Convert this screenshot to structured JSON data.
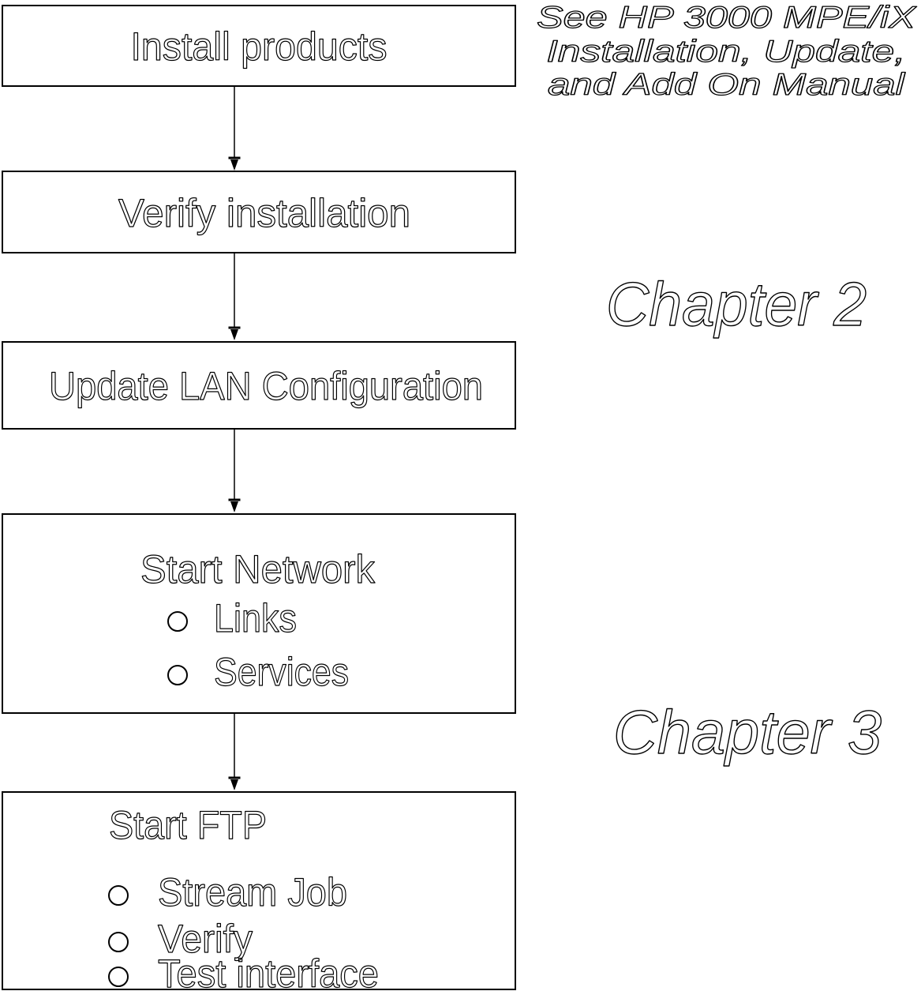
{
  "diagram": {
    "title": "HP 3000 MPE/iX installation flowchart",
    "colors": {
      "line": "#000000",
      "background": "#ffffff"
    },
    "boxes": [
      {
        "label": "Install products",
        "bullets": []
      },
      {
        "label": "Verify installation",
        "bullets": []
      },
      {
        "label": "Update LAN Configuration",
        "bullets": []
      },
      {
        "label": "Start Network",
        "bullets": [
          "Links",
          "Services"
        ]
      },
      {
        "label": "Start FTP",
        "bullets": [
          "Stream Job",
          "Verify",
          "Test interface"
        ]
      }
    ],
    "note": {
      "lines": [
        "See HP 3000 MPE/iX",
        "Installation, Update,",
        "and Add On Manual"
      ]
    },
    "chapters": [
      "Chapter 2",
      "Chapter 3"
    ]
  }
}
